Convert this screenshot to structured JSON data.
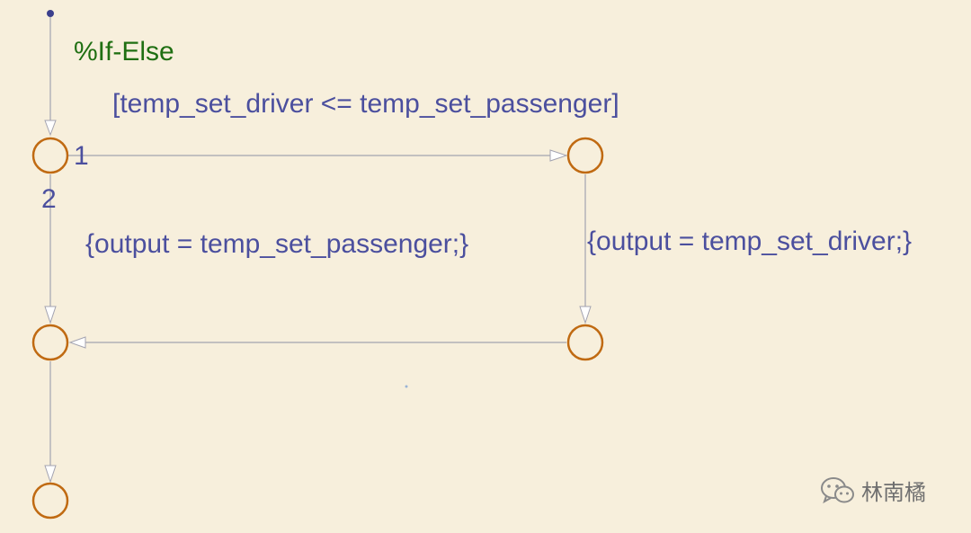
{
  "diagram": {
    "comment": "%If-Else",
    "condition": "[temp_set_driver <= temp_set_passenger]",
    "order_1": "1",
    "order_2": "2",
    "action_false": "{output = temp_set_passenger;}",
    "action_true": "{output = temp_set_driver;}"
  },
  "watermark": {
    "icon": "wechat-icon",
    "text": "林南橘"
  },
  "colors": {
    "background": "#f7efdc",
    "junction": "#c06a12",
    "transition": "#a3a3b0",
    "label": "#4b4f9e",
    "comment": "#1f6f12",
    "default_dot": "#3b3f8c"
  }
}
